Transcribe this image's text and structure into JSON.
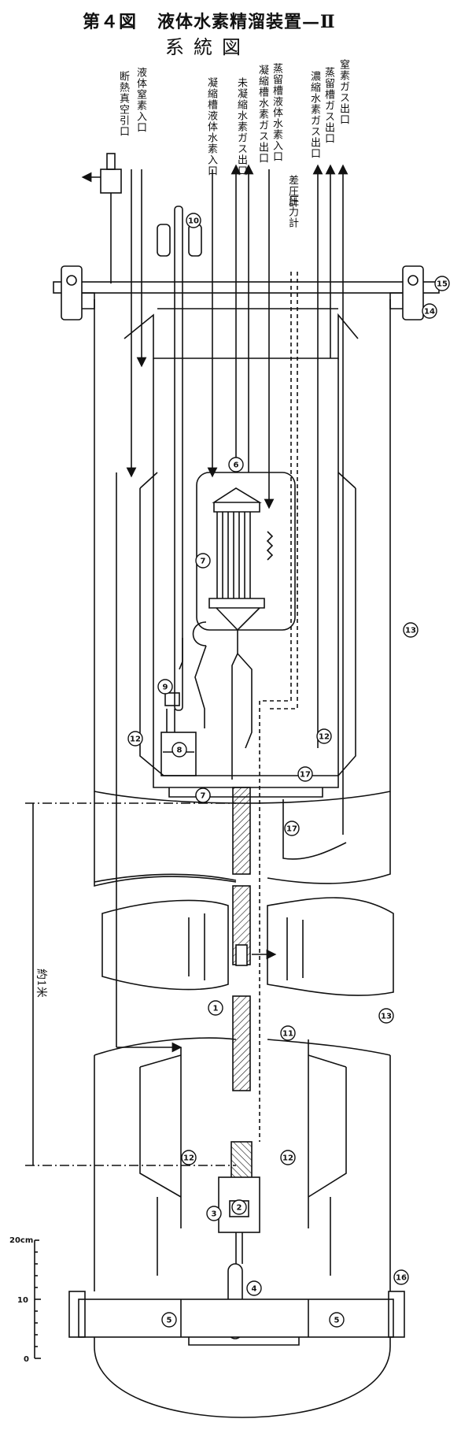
{
  "title": {
    "figure_number": "第４図",
    "main": "液体水素精溜装置—Ⅱ",
    "sub": "系統図"
  },
  "labels": [
    "断熱真空引口",
    "液体窒素入口",
    "凝縮槽液体水素入口",
    "未凝縮水素ガス出口",
    "凝縮槽水素ガス出口",
    "蒸留槽液体水素入口",
    "濃縮水素ガス出口",
    "蒸留槽ガス出口",
    "窒素ガス出口",
    "差圧計",
    "圧力計"
  ],
  "part_numbers": [
    "1",
    "2",
    "3",
    "4",
    "5",
    "6",
    "7",
    "8",
    "9",
    "10",
    "11",
    "12",
    "13",
    "14",
    "15",
    "16",
    "17"
  ],
  "scale": {
    "ticks": [
      "20cm",
      "10",
      "0"
    ]
  },
  "dimension_mark": "約1米"
}
